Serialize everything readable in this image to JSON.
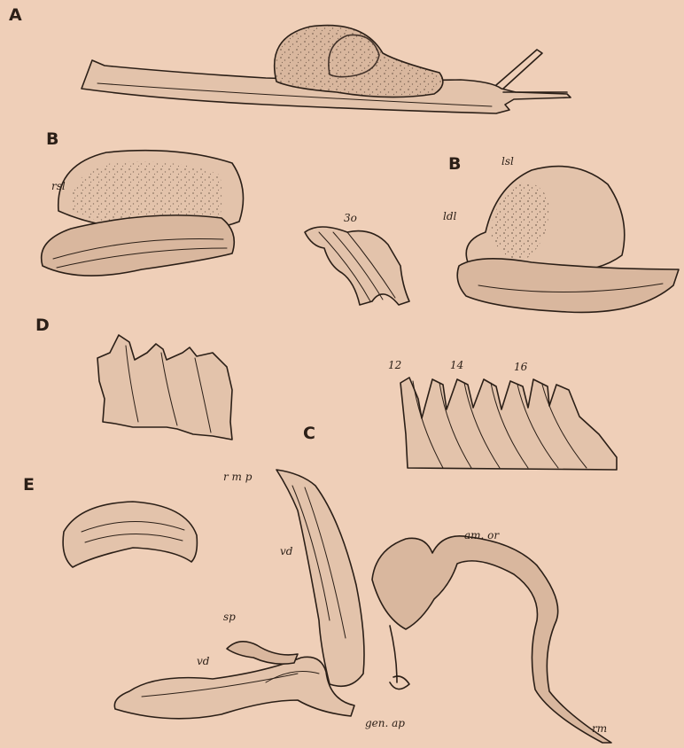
{
  "figure_labels": {
    "a": "A",
    "b1": "B",
    "b2": "B",
    "d": "D",
    "c": "C",
    "e": "E"
  },
  "annotations": {
    "rsl": "rsl",
    "tooth_30": "3o",
    "lsl": "lsl",
    "ldl": "ldl",
    "t12": "12",
    "t14": "14",
    "t16": "16",
    "rmp": "r m p",
    "vd_upper": "vd",
    "am_or": "am. or",
    "sp": "sp",
    "vd_lower": "vd",
    "gen_ap": "gen. ap",
    "rm": "rm"
  },
  "colors": {
    "paper": "#efcfb8",
    "ink": "#2b1f17"
  }
}
